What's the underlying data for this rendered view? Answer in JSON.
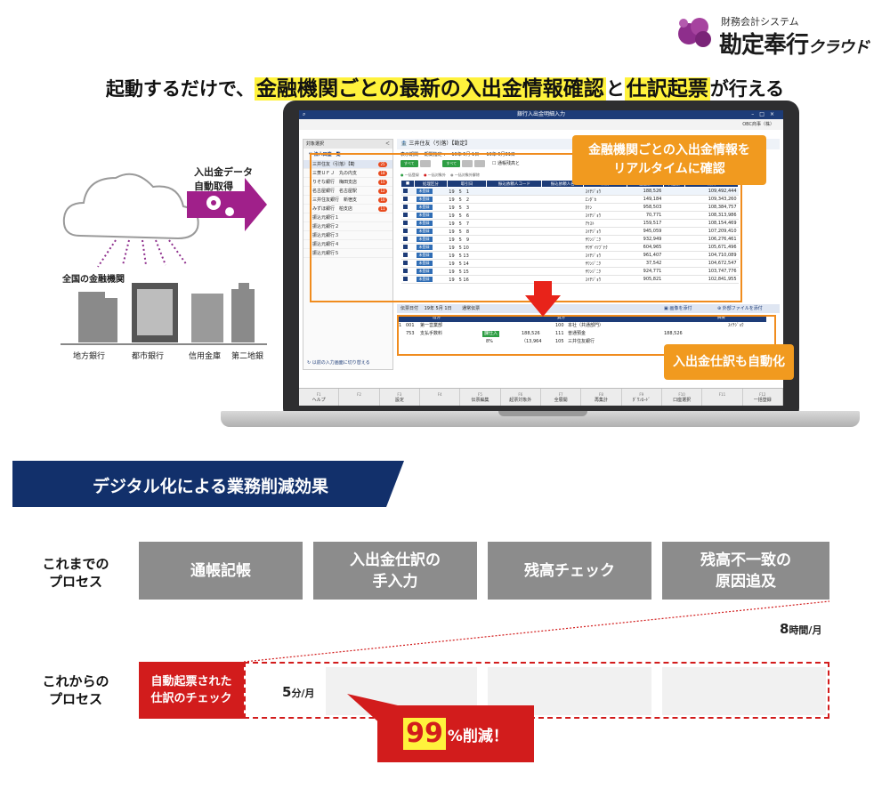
{
  "logo": {
    "subtitle": "財務会計システム",
    "name": "勘定奉行",
    "suffix": "クラウド",
    "brand_color": "#8e2e8c"
  },
  "headline": {
    "prefix": "起動するだけで、",
    "highlight1": "金融機関ごとの最新の入出金情報確認",
    "join": "と",
    "highlight2": "仕訳起票",
    "suffix": "が行える"
  },
  "illustration": {
    "flow_label_line1": "入出金データ",
    "flow_label_line2": "自動取得",
    "banks_title": "全国の金融機関",
    "bank_types": [
      "地方銀行",
      "都市銀行",
      "信用金庫",
      "第二地銀"
    ]
  },
  "app": {
    "window_title": "銀行入出金明細入力",
    "company": "OBC商事（株）",
    "sidebar": {
      "header": "対象選択",
      "section_title": "法人口座一覧",
      "accounts": [
        {
          "label": "三井住友（引落）【勘",
          "count": "25"
        },
        {
          "label": "三菱ＵＦＪ　丸の内支",
          "count": "18"
        },
        {
          "label": "りそな銀行　梅田支店",
          "count": "15"
        },
        {
          "label": "名古屋銀行　名古屋駅",
          "count": "12"
        },
        {
          "label": "三井住友銀行　新宿支",
          "count": "16"
        },
        {
          "label": "みずほ銀行　柏支店",
          "count": "11"
        },
        {
          "label": "振込元銀行１",
          "count": ""
        },
        {
          "label": "振込元銀行２",
          "count": ""
        },
        {
          "label": "振込元銀行３",
          "count": ""
        },
        {
          "label": "振込元銀行４",
          "count": ""
        },
        {
          "label": "振込元銀行５",
          "count": ""
        }
      ],
      "switch_link": "以前の入力画面に切り替える"
    },
    "account_bar": "三井住友（引落）【勘定】",
    "period_label": "表示期間",
    "period_select": "期間指定",
    "period_from": "19年 5月 1日",
    "period_to": "19年 5月31日",
    "toolbar": {
      "all1": "すべて",
      "all2": "すべて",
      "passbook_check": "通帳残高と"
    },
    "legend": [
      "一括登録",
      "一括対象外",
      "一括対象外解除"
    ],
    "table": {
      "headers": [
        "処理区分",
        "取引日",
        "振込依頼人コード",
        "振込依頼人名",
        "摘要",
        "出金額",
        "入金額",
        "残高"
      ],
      "rows": [
        {
          "status": "未登録",
          "date": "19　5　1",
          "memo": "ｽｲﾁｼﾞｮｳ",
          "out": "188,526",
          "in": "",
          "balance": "109,492,444"
        },
        {
          "status": "未登録",
          "date": "19　5　2",
          "memo": "ｴﾝﾀﾞｶ",
          "out": "149,184",
          "in": "",
          "balance": "109,343,260"
        },
        {
          "status": "未登録",
          "date": "19　5　3",
          "memo": "ﾀﾃﾝ",
          "out": "958,503",
          "in": "",
          "balance": "108,384,757"
        },
        {
          "status": "未登録",
          "date": "19　5　6",
          "memo": "ｽｲﾁｼﾞｮｳ",
          "out": "70,771",
          "in": "",
          "balance": "108,313,986"
        },
        {
          "status": "未登録",
          "date": "19　5　7",
          "memo": "ｱｹｽﾄ",
          "out": "159,517",
          "in": "",
          "balance": "108,154,469"
        },
        {
          "status": "未登録",
          "date": "19　5　8",
          "memo": "ｽｲﾁｼﾞｮｳ",
          "out": "945,059",
          "in": "",
          "balance": "107,209,410"
        },
        {
          "status": "未登録",
          "date": "19　5　9",
          "memo": "ｻﾜﾝｼﾞﾆｸ",
          "out": "932,949",
          "in": "",
          "balance": "106,276,461"
        },
        {
          "status": "未登録",
          "date": "19　5 10",
          "memo": "ｻﾜｻﾞｲﾂﾌﾞﾅｸ",
          "out": "604,965",
          "in": "",
          "balance": "105,671,496"
        },
        {
          "status": "未登録",
          "date": "19　5 13",
          "memo": "ｽｲﾁｼﾞｮｳ",
          "out": "961,407",
          "in": "",
          "balance": "104,710,089"
        },
        {
          "status": "未登録",
          "date": "19　5 14",
          "memo": "ｻﾜﾝｼﾞﾆｸ",
          "out": "37,542",
          "in": "",
          "balance": "104,672,547"
        },
        {
          "status": "未登録",
          "date": "19　5 15",
          "memo": "ｻﾜﾝｼﾞﾆｸ",
          "out": "924,771",
          "in": "",
          "balance": "103,747,776"
        },
        {
          "status": "未登録",
          "date": "19　5 16",
          "memo": "ｽｲﾁｼﾞｮｳ",
          "out": "905,821",
          "in": "",
          "balance": "102,841,955"
        }
      ]
    },
    "journal": {
      "date_label": "伝票日付",
      "date": "19年 5月 1日",
      "type": "通常伝票",
      "links": [
        "画像を添付",
        "外部ファイルを添付"
      ],
      "debit_header": "借方",
      "credit_header": "貸方",
      "memo_header": "摘要",
      "row_no": "1",
      "lines": [
        {
          "code": "001",
          "name": "第一営業部",
          "code2": "100",
          "name2": "本社（共通部門）",
          "memo": "ｽｲﾁｼﾞｮｳ"
        },
        {
          "code": "753",
          "name": "支払手数料",
          "tax": "課仕入",
          "amount": "188,526",
          "code2": "111",
          "name2": "普通預金",
          "amount2": "188,526"
        },
        {
          "rate": "8%",
          "tax_amount": "（13,964",
          "code2": "105",
          "name2": "三井住友銀行"
        }
      ]
    },
    "function_keys": [
      {
        "key": "F1",
        "label": "ヘルプ"
      },
      {
        "key": "F2",
        "label": ""
      },
      {
        "key": "F3",
        "label": "設定"
      },
      {
        "key": "F4",
        "label": ""
      },
      {
        "key": "F5",
        "label": "伝票編集"
      },
      {
        "key": "F6",
        "label": "起票対象外"
      },
      {
        "key": "F7",
        "label": "全展開"
      },
      {
        "key": "F8",
        "label": "再集計"
      },
      {
        "key": "F9",
        "label": "ﾀﾞｳﾝﾛｰﾄﾞ"
      },
      {
        "key": "F10",
        "label": "口座選択"
      },
      {
        "key": "F11",
        "label": ""
      },
      {
        "key": "F12",
        "label": "一括登録"
      }
    ]
  },
  "callouts": {
    "realtime_line1": "金融機関ごとの入出金情報を",
    "realtime_line2": "リアルタイムに確認",
    "auto_journal": "入出金仕訳も自動化",
    "accent_color": "#f19a1f"
  },
  "effects": {
    "banner": "デジタル化による業務削減効果",
    "before_label_line1": "これまでの",
    "before_label_line2": "プロセス",
    "before_steps": [
      {
        "line1": "通帳記帳",
        "line2": ""
      },
      {
        "line1": "入出金仕訳の",
        "line2": "手入力"
      },
      {
        "line1": "残高チェック",
        "line2": ""
      },
      {
        "line1": "残高不一致の",
        "line2": "原因追及"
      }
    ],
    "before_time_value": "8",
    "before_time_unit": "時間/月",
    "after_label_line1": "これからの",
    "after_label_line2": "プロセス",
    "after_step_line1": "自動起票された",
    "after_step_line2": "仕訳のチェック",
    "after_time_value": "5",
    "after_time_unit": "分/月",
    "reduction_value": "99",
    "reduction_suffix": "%削減！",
    "red_color": "#d21c1c",
    "navy_color": "#12306b"
  }
}
